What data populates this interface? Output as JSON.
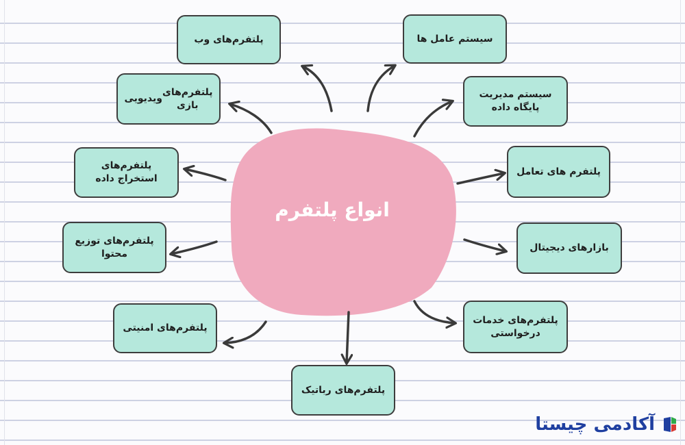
{
  "center": {
    "title": "انواع پلتفرم"
  },
  "nodes": {
    "web": {
      "label": "پلتفرم‌های وب"
    },
    "os": {
      "label": "سیستم عامل ها"
    },
    "games": {
      "line1": "پلتفرم‌های بازی",
      "line2": "ویدیویی"
    },
    "dbms": {
      "line1": "سیستم مدیریت",
      "line2": "پایگاه داده"
    },
    "data_mining": {
      "line1": "پلتفرم‌های",
      "line2": "استخراج داده"
    },
    "interactive": {
      "label": "پلتفرم های تعامل"
    },
    "content": {
      "line1": "پلتفرم‌های توزیع",
      "line2": "محتوا"
    },
    "markets": {
      "label": "بازارهای دیجیتال"
    },
    "security": {
      "label": "پلتفرم‌های امنیتی"
    },
    "services": {
      "line1": "پلتفرم‌های خدمات",
      "line2": "درخواستی"
    },
    "robotics": {
      "label": "پلتفرم‌های رباتیک"
    }
  },
  "logo": {
    "text": "آکادمی چیستا"
  },
  "colors": {
    "node_fill": "#b5e8dc",
    "center_fill": "#f0aabe",
    "arrow": "#3a3a3a",
    "logo": "#1f3fa0"
  }
}
